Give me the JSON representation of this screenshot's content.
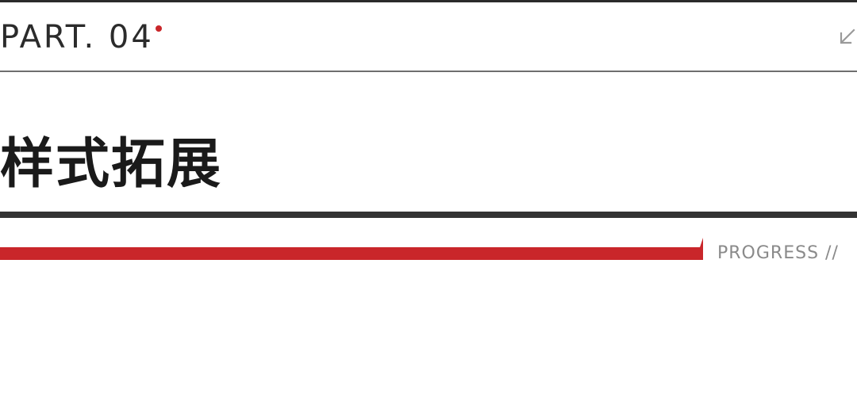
{
  "header": {
    "part_label": "PART. 04",
    "corner_icon": "arrow-down-left-icon"
  },
  "section": {
    "title": "样式拓展"
  },
  "progress": {
    "label": "PROGRESS //",
    "fill_fraction": 0.82
  },
  "colors": {
    "accent_red": "#c9262a",
    "rule_dark": "#333333",
    "rule_gray": "#6f6f6f",
    "label_gray": "#8a8a8a",
    "text_dark": "#1a1a1a"
  }
}
